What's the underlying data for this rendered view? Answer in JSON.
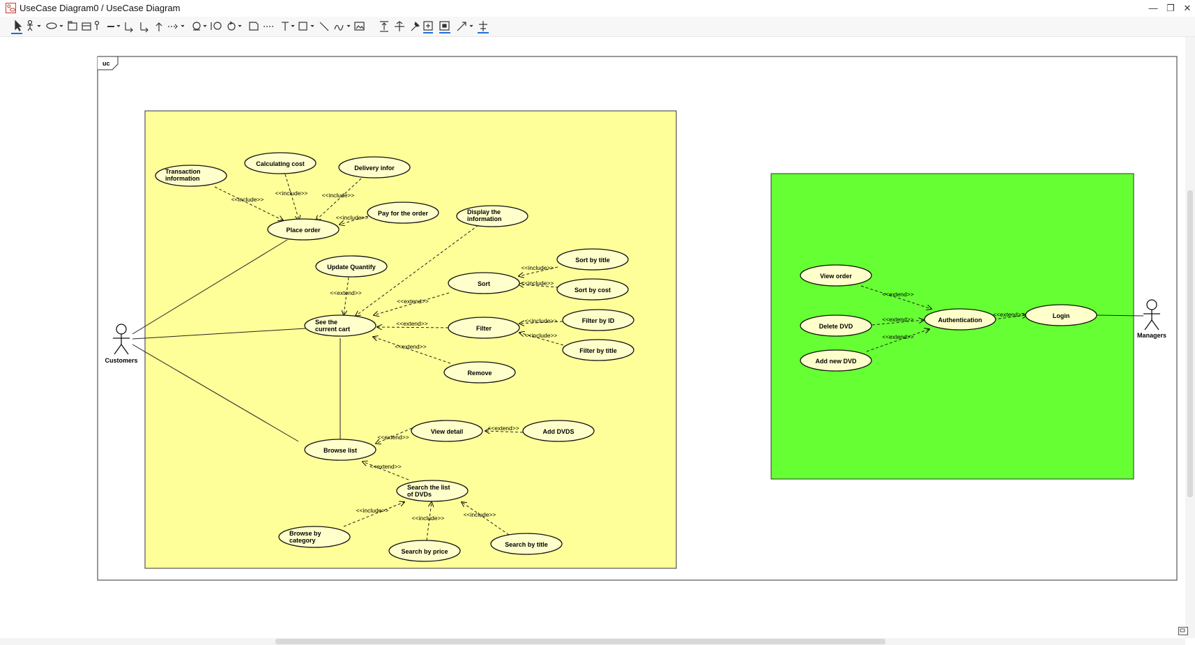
{
  "window": {
    "title": "UseCase Diagram0 / UseCase Diagram",
    "minimize_glyph": "—",
    "restore_glyph": "❐",
    "close_glyph": "✕"
  },
  "colors": {
    "boundary_left": "#ffff99",
    "boundary_right": "#66ff33",
    "usecase_fill": "#ffffcc",
    "toolbar_accent": "#1e6fd9"
  },
  "toolbar": {
    "tools": [
      "select-icon",
      "actor-icon",
      "usecase-icon",
      "package-icon",
      "collaboration-icon",
      "pin-icon",
      "association-icon",
      "dependency-icon",
      "generalization-icon",
      "include-icon",
      "extend-icon",
      "boundary-icon",
      "interface-icon",
      "control-icon",
      "note-icon",
      "anchor-icon",
      "text-icon",
      "rectangle-icon",
      "line-icon",
      "freehand-icon",
      "image-icon",
      "distribute-vertical-icon",
      "distribute-horizontal-icon",
      "pin-tool-icon",
      "fit-icon",
      "expand-icon",
      "connector-style-icon",
      "align-icon"
    ]
  },
  "diagram": {
    "frame_label": "uc",
    "actors": {
      "customers": "Customers",
      "managers": "Managers"
    },
    "usecases": {
      "transaction": "Transaction information",
      "calculating": "Calculating cost",
      "delivery": "Delivery infor",
      "pay": "Pay for the order",
      "display": "Display the information",
      "place": "Place order",
      "update": "Update Quantify",
      "sort": "Sort",
      "sort_title": "Sort by title",
      "sort_cost": "Sort by cost",
      "cart": "See the current cart",
      "filter": "Filter",
      "filter_id": "Filter by ID",
      "filter_title": "Filter by title",
      "remove": "Remove",
      "view_detail": "View detail",
      "add_dvds": "Add DVDS",
      "browse": "Browse list",
      "search": "Search the list of DVDs",
      "browse_cat": "Browse by category",
      "search_price": "Search by price",
      "search_title": "Search by title",
      "view_order": "View order",
      "delete_dvd": "Delete DVD",
      "add_dvd": "Add new DVD",
      "auth": "Authentication",
      "login": "Login"
    },
    "stereotypes": {
      "include": "<<include>>",
      "extend": "<<extend>>"
    }
  }
}
